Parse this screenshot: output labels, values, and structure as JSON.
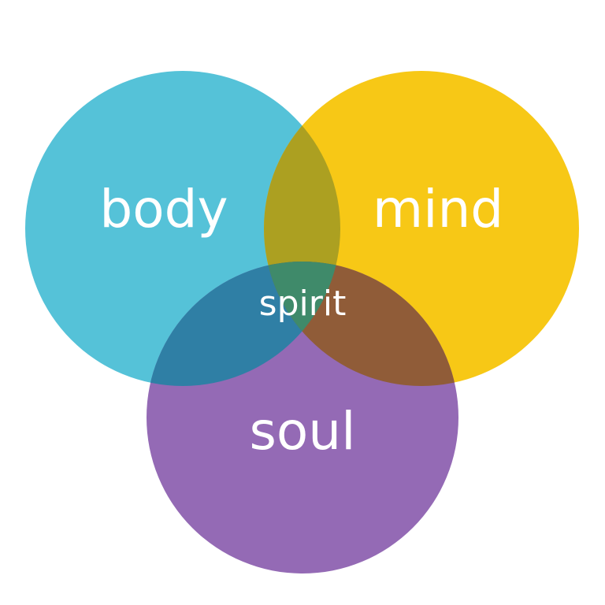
{
  "diagram": {
    "sets": [
      {
        "key": "body",
        "label": "body",
        "color": "#55c2d8"
      },
      {
        "key": "mind",
        "label": "mind",
        "color": "#f7c816"
      },
      {
        "key": "soul",
        "label": "soul",
        "color": "#946ab5"
      }
    ],
    "intersections": {
      "body_mind": "#aca021",
      "body_soul": "#2f7fa5",
      "mind_soul": "#905c38",
      "all": "#3f8a6a"
    },
    "center_label": "spirit",
    "background": "#ffffff"
  }
}
